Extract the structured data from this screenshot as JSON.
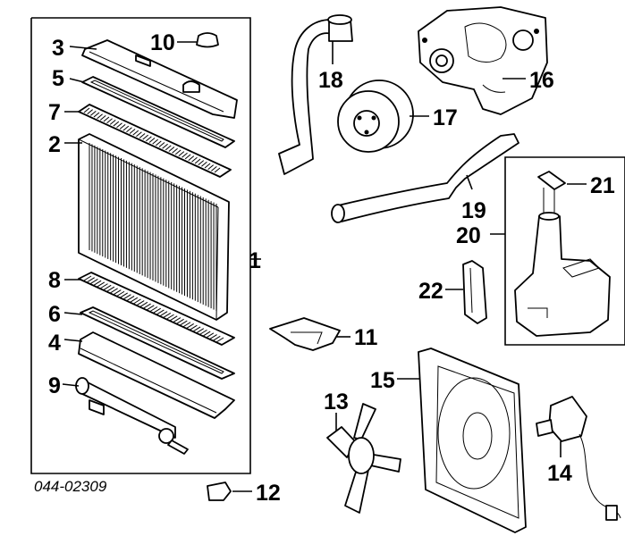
{
  "diagram": {
    "catalog_code": "044-02309",
    "callouts": [
      {
        "id": "1",
        "text": "1"
      },
      {
        "id": "2",
        "text": "2"
      },
      {
        "id": "3",
        "text": "3"
      },
      {
        "id": "4",
        "text": "4"
      },
      {
        "id": "5",
        "text": "5"
      },
      {
        "id": "6",
        "text": "6"
      },
      {
        "id": "7",
        "text": "7"
      },
      {
        "id": "8",
        "text": "8"
      },
      {
        "id": "9",
        "text": "9"
      },
      {
        "id": "10",
        "text": "10"
      },
      {
        "id": "11",
        "text": "11"
      },
      {
        "id": "12",
        "text": "12"
      },
      {
        "id": "13",
        "text": "13"
      },
      {
        "id": "14",
        "text": "14"
      },
      {
        "id": "15",
        "text": "15"
      },
      {
        "id": "16",
        "text": "16"
      },
      {
        "id": "17",
        "text": "17"
      },
      {
        "id": "18",
        "text": "18"
      },
      {
        "id": "19",
        "text": "19"
      },
      {
        "id": "20",
        "text": "20"
      },
      {
        "id": "21",
        "text": "21"
      },
      {
        "id": "22",
        "text": "22"
      }
    ]
  }
}
